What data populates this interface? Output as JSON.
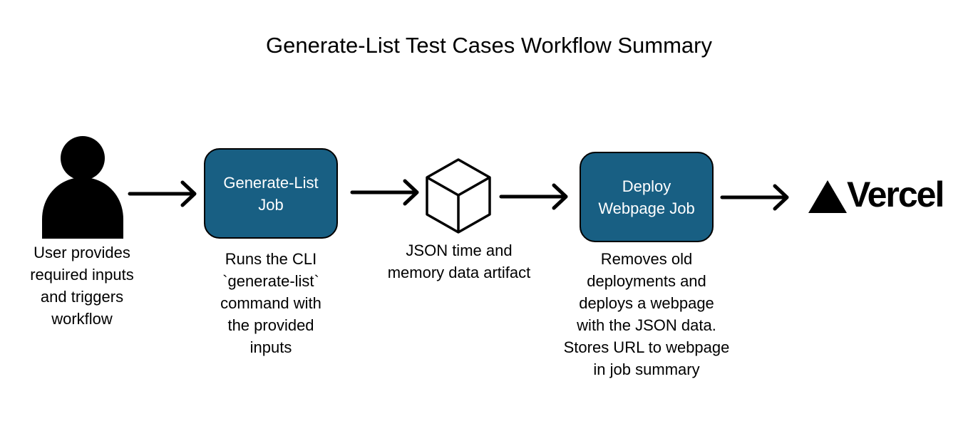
{
  "title": "Generate-List Test Cases Workflow Summary",
  "nodes": {
    "user": {
      "caption": [
        "User provides",
        "required inputs",
        "and triggers",
        "workflow"
      ]
    },
    "generate_job": {
      "label": [
        "Generate-List",
        "Job"
      ],
      "color": "#185f83",
      "caption": [
        "Runs the CLI",
        "`generate-list`",
        "command with",
        "the provided",
        "inputs"
      ]
    },
    "artifact": {
      "icon": "cube-icon",
      "caption": [
        "JSON time and",
        "memory data artifact"
      ]
    },
    "deploy_job": {
      "label": [
        "Deploy",
        "Webpage Job"
      ],
      "color": "#185f83",
      "caption": [
        "Removes old",
        "deployments and",
        "deploys a webpage",
        "with the JSON data.",
        "Stores URL to webpage",
        "in job summary"
      ]
    },
    "vercel": {
      "logo_text": "Vercel"
    }
  },
  "edges": [
    {
      "from": "user",
      "to": "generate_job"
    },
    {
      "from": "generate_job",
      "to": "artifact"
    },
    {
      "from": "artifact",
      "to": "deploy_job"
    },
    {
      "from": "deploy_job",
      "to": "vercel"
    }
  ]
}
